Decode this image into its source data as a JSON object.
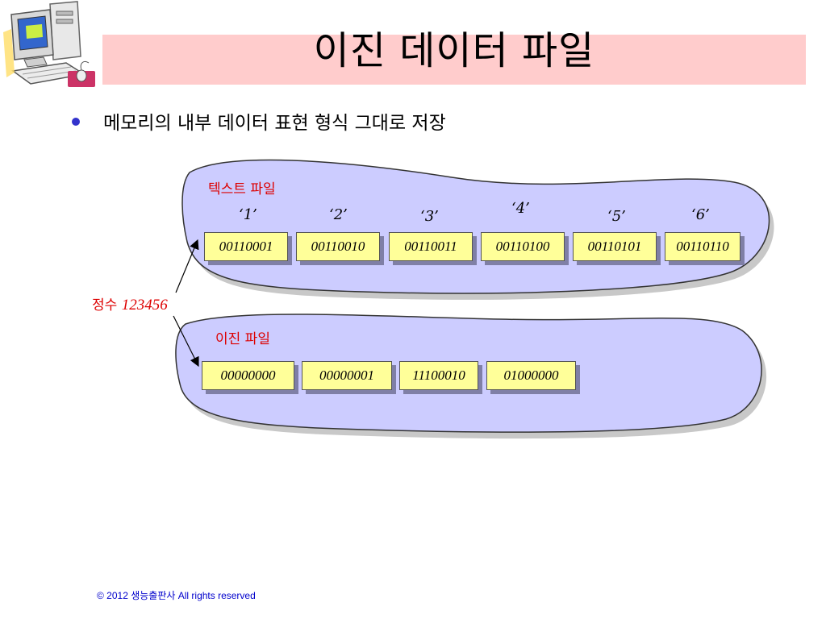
{
  "title": "이진 데이터 파일",
  "bullet": "메모리의 내부 데이터 표현 형식 그대로 저장",
  "text_file": {
    "label": "텍스트 파일",
    "chars": [
      "‘1’",
      "‘2’",
      "‘3’",
      "‘4’",
      "‘5’",
      "‘6’"
    ],
    "bytes": [
      "00110001",
      "00110010",
      "00110011",
      "00110100",
      "00110101",
      "00110110"
    ]
  },
  "binary_file": {
    "label": "이진 파일",
    "bytes": [
      "00000000",
      "00000001",
      "11100010",
      "01000000"
    ]
  },
  "integer": {
    "label": "정수",
    "value": "123456"
  },
  "footer": "© 2012 생능출판사  All rights reserved",
  "colors": {
    "title_bg": "#ffcccc",
    "ellipse_fill": "#ccccff",
    "box_fill": "#ffff99",
    "label_red": "#dd0000",
    "footer_blue": "#0000cc",
    "bullet": "#3333cc"
  }
}
